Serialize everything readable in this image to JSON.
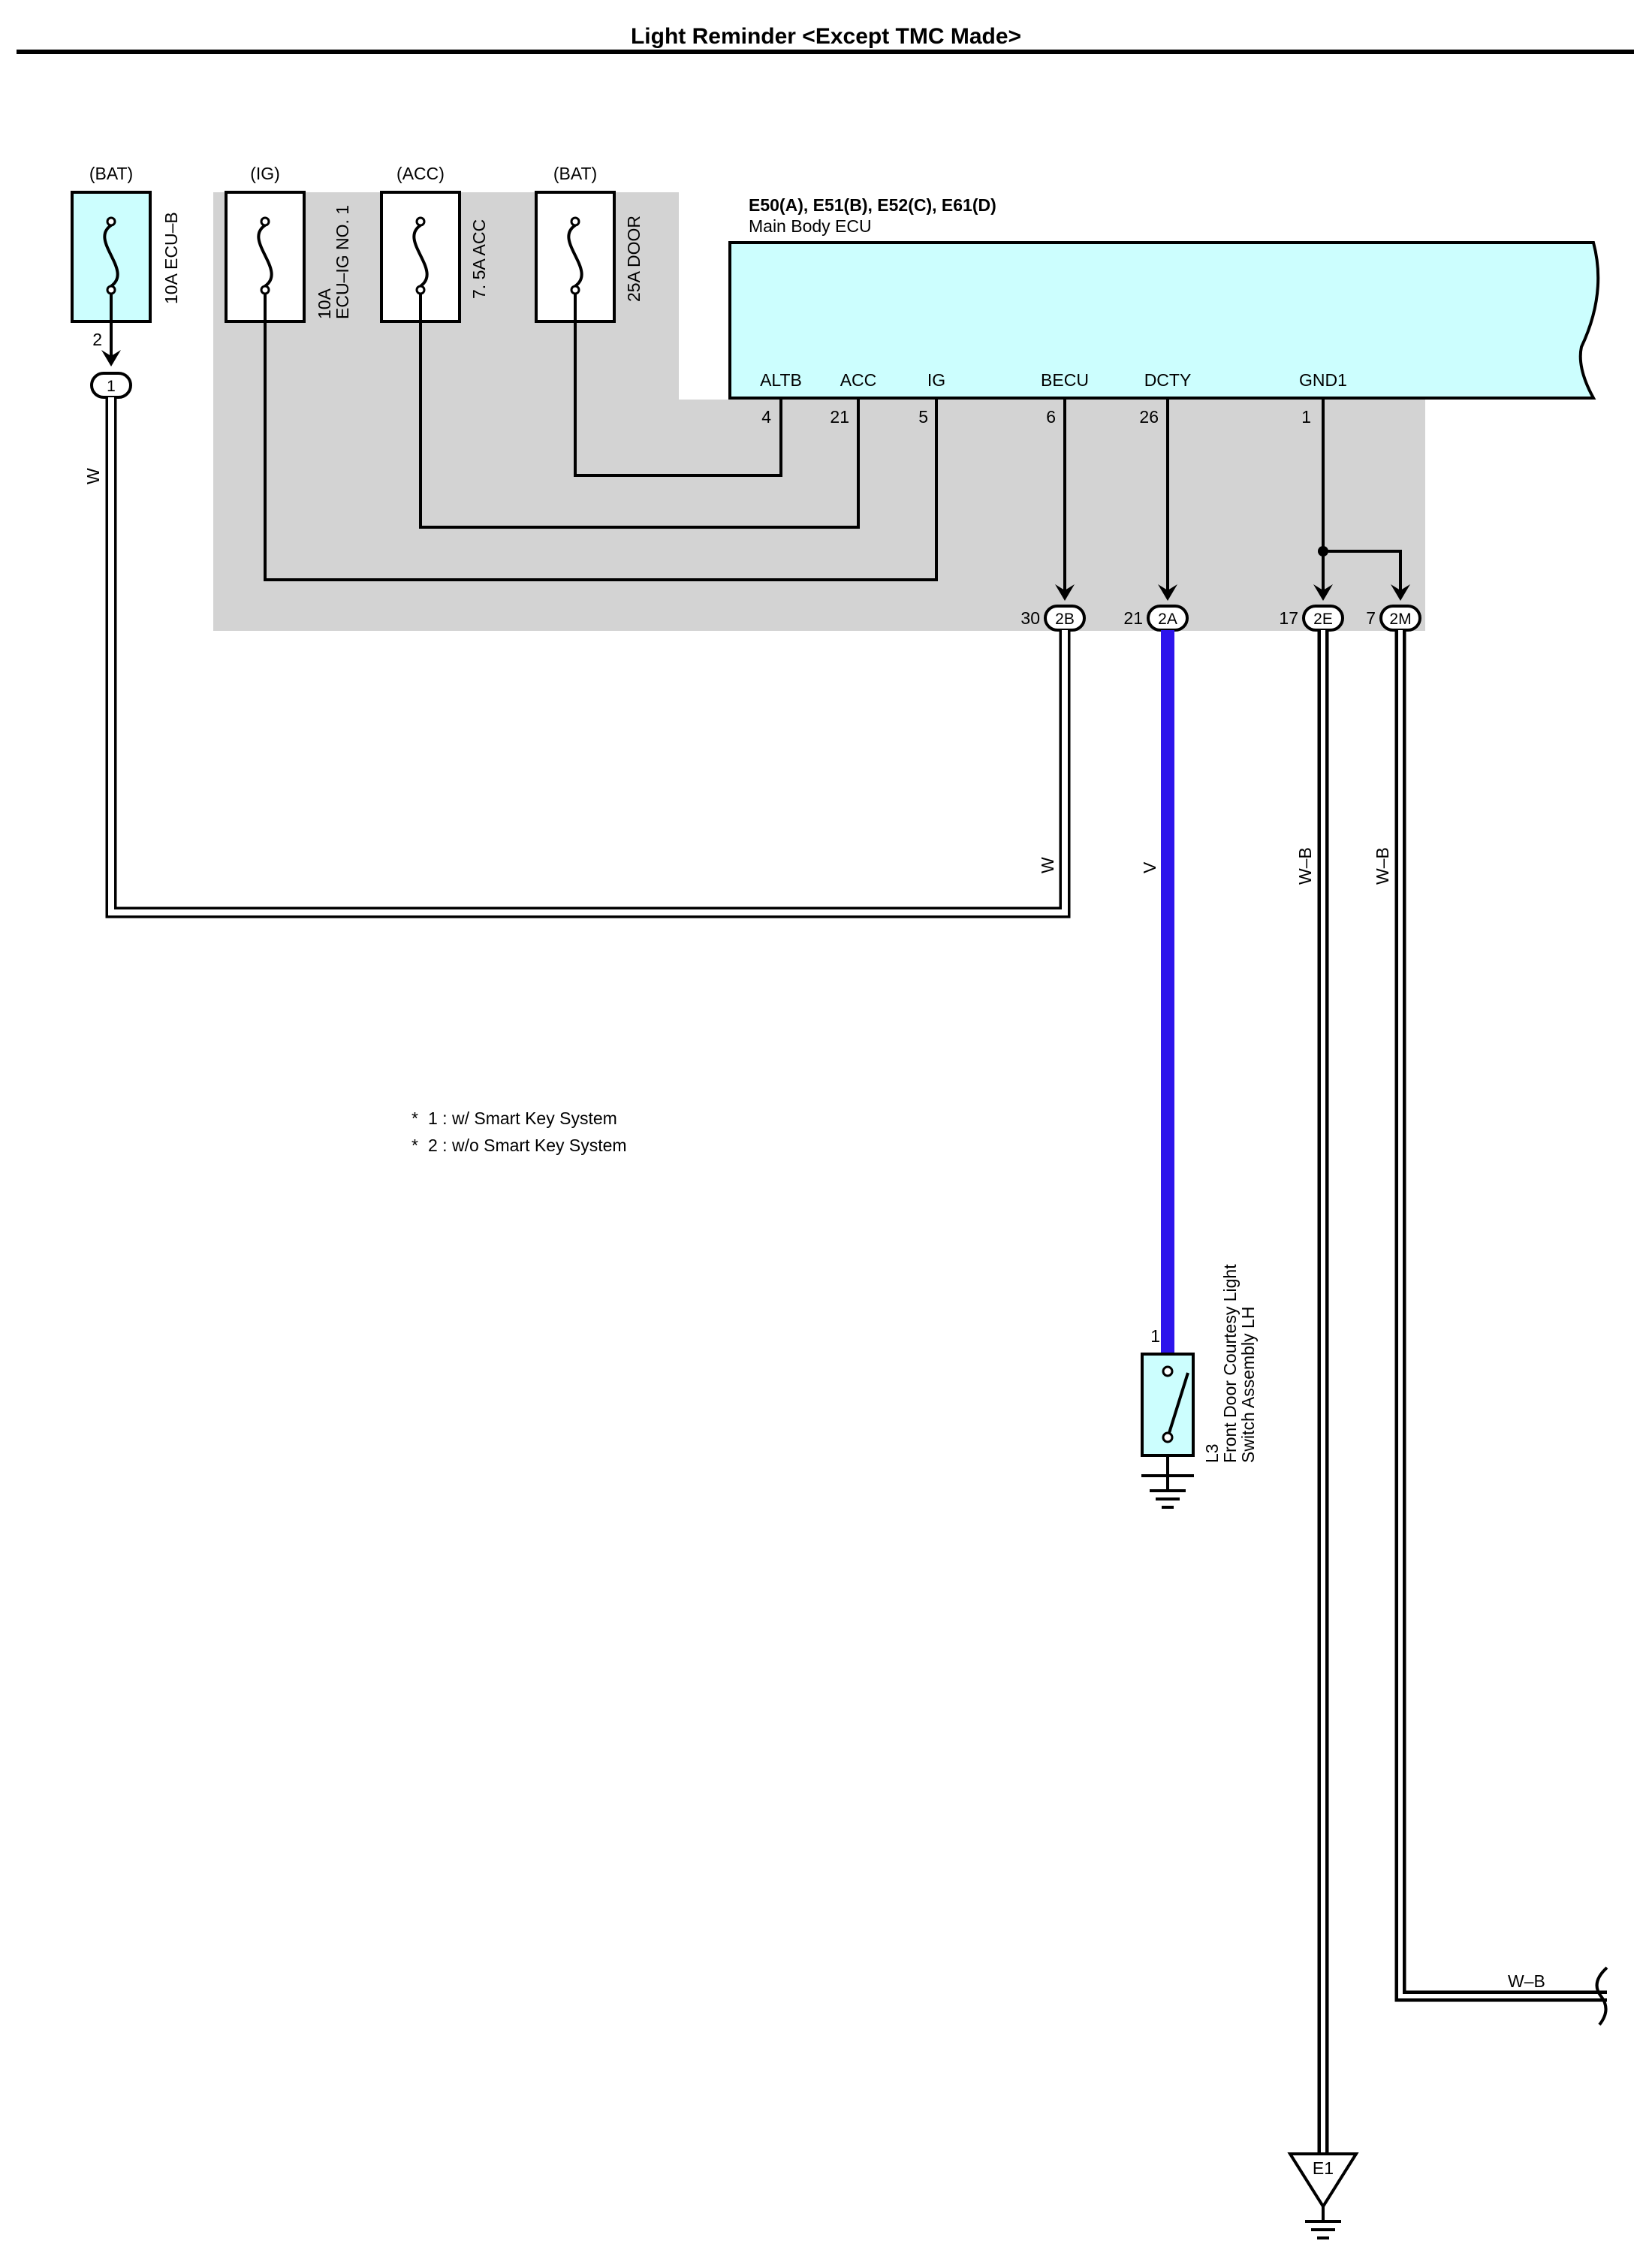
{
  "title": "Light Reminder <Except TMC Made>",
  "fuses": [
    {
      "source": "(BAT)",
      "rating": "10A ECU–B"
    },
    {
      "source": "(IG)",
      "rating": "10A",
      "name": "ECU–IG NO. 1"
    },
    {
      "source": "(ACC)",
      "rating": "7. 5A ACC"
    },
    {
      "source": "(BAT)",
      "rating": "25A DOOR"
    }
  ],
  "fuse1_pin": "2",
  "junction1_label": "1",
  "ecu": {
    "connectors": "E50(A), E51(B), E52(C), E61(D)",
    "name": "Main Body ECU",
    "terminals": [
      {
        "name": "ALTB",
        "pin": "4"
      },
      {
        "name": "ACC",
        "pin": "21"
      },
      {
        "name": "IG",
        "pin": "5"
      },
      {
        "name": "BECU",
        "pin": "6"
      },
      {
        "name": "DCTY",
        "pin": "26"
      },
      {
        "name": "GND1",
        "pin": "1"
      }
    ]
  },
  "junctions": [
    {
      "pin": "30",
      "label": "2B"
    },
    {
      "pin": "21",
      "label": "2A"
    },
    {
      "pin": "17",
      "label": "2E"
    },
    {
      "pin": "7",
      "label": "2M"
    }
  ],
  "wires": {
    "w_left": "W",
    "w_becu": "W",
    "v": "V",
    "wb1": "W–B",
    "wb2": "W–B",
    "wb_out": "W–B"
  },
  "notes": [
    "1 : w/ Smart Key System",
    "2 : w/o Smart Key System"
  ],
  "switch": {
    "code": "L3",
    "name_line1": "Front Door Courtesy Light",
    "name_line2": "Switch Assembly LH",
    "pin": "1"
  },
  "ground_label": "E1",
  "colors": {
    "ecu_fill": "#ccfefe",
    "shade": "#d3d3d3",
    "violet_wire": "#2d14ec"
  }
}
